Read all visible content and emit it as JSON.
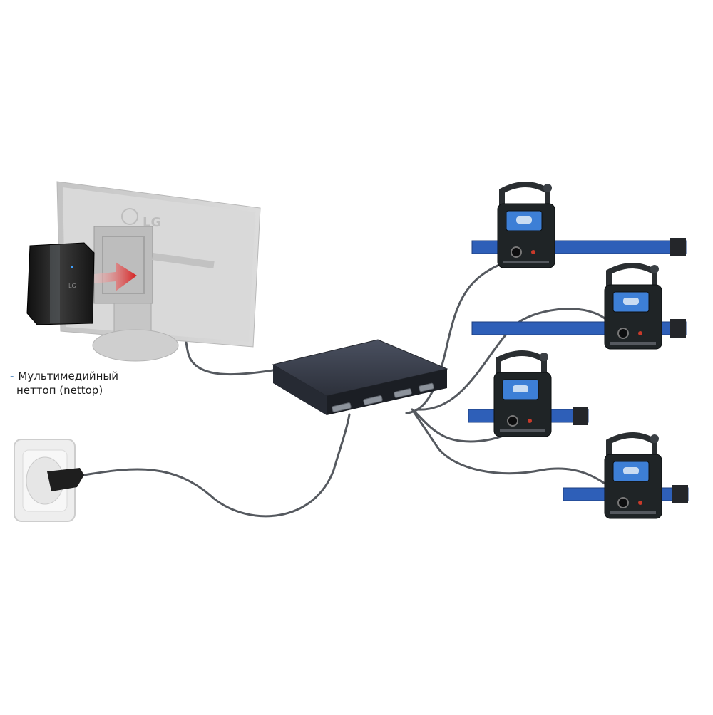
{
  "diagram": {
    "caption": {
      "line1": "Мультимедийный",
      "line2": "неттоп (nettop)"
    },
    "monitor_brand": "LG",
    "nettop_brand": "LG",
    "sensor_count": 4,
    "colors": {
      "beam_blue": "#2e5fb8",
      "sensor_body": "#1f2426",
      "sensor_screen": "#3d7fd6",
      "hub_body": "#3a3f4c",
      "cable": "#55595f",
      "arrow_red": "#d41f1f",
      "monitor_gray": "#cfcfcf",
      "outlet_white": "#eeeeee"
    }
  }
}
